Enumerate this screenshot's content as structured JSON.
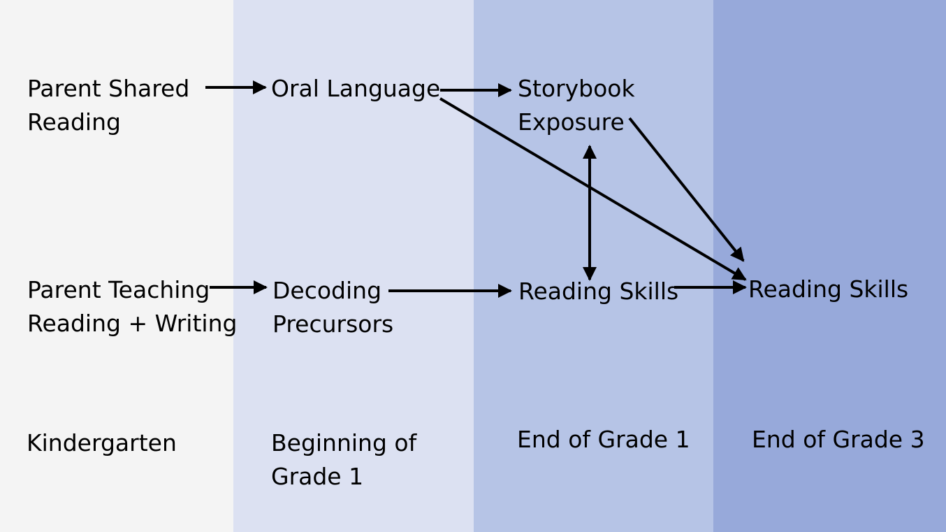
{
  "bands": [
    {
      "label": "Kindergarten",
      "color": "#f4f4f4"
    },
    {
      "label": "Beginning of\nGrade 1",
      "color": "#dce1f2"
    },
    {
      "label": "End of Grade 1",
      "color": "#b6c4e6"
    },
    {
      "label": "End of Grade 3",
      "color": "#97a9da"
    }
  ],
  "nodes": {
    "parent_shared_reading": "Parent Shared\nReading",
    "parent_teaching": "Parent Teaching\nReading + Writing",
    "oral_language": "Oral Language",
    "decoding_precursors": "Decoding\nPrecursors",
    "storybook_exposure": "Storybook\nExposure",
    "reading_skills_g1": "Reading Skills",
    "reading_skills_g3": "Reading Skills"
  },
  "edges": [
    {
      "from": "parent_shared_reading",
      "to": "oral_language"
    },
    {
      "from": "parent_teaching",
      "to": "decoding_precursors"
    },
    {
      "from": "oral_language",
      "to": "storybook_exposure"
    },
    {
      "from": "oral_language",
      "to": "reading_skills_g3"
    },
    {
      "from": "decoding_precursors",
      "to": "reading_skills_g1"
    },
    {
      "from": "storybook_exposure",
      "to": "reading_skills_g1",
      "bidirectional": true
    },
    {
      "from": "storybook_exposure",
      "to": "reading_skills_g3"
    },
    {
      "from": "reading_skills_g1",
      "to": "reading_skills_g3"
    }
  ]
}
